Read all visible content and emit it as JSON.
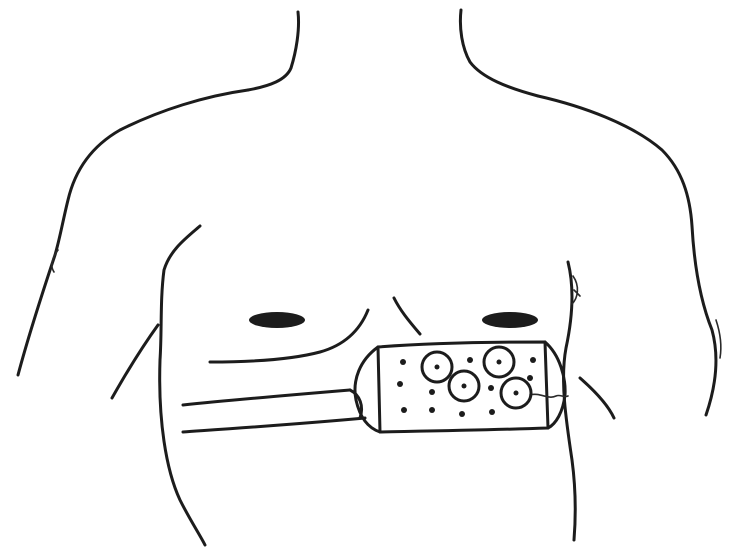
{
  "image": {
    "kind": "hand-drawn line sketch",
    "subject_elements": [
      "torso-outline",
      "arms",
      "nipples",
      "cylindrical-device",
      "device-handle"
    ],
    "ink_color": "#1c1c1c",
    "background_color": "#ffffff"
  }
}
